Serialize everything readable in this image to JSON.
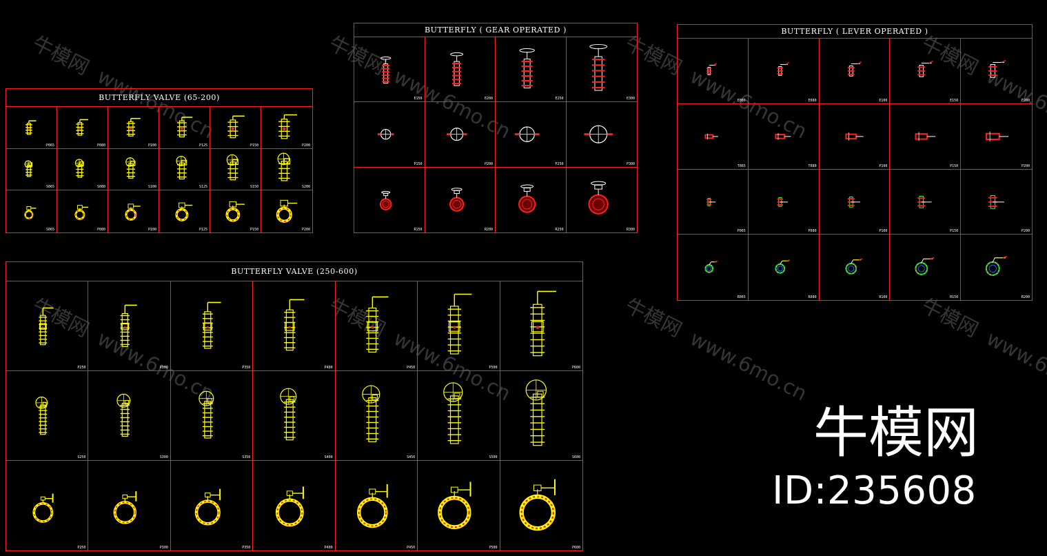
{
  "colors": {
    "frame": "#ff1f1f",
    "valve_yellow": "#ffff00",
    "valve_red": "#ff2020",
    "text": "#ffffff"
  },
  "watermark": {
    "text_cn": "牛模网",
    "text_url": "www.6mo.cn"
  },
  "brand": {
    "name": "牛模网",
    "id": "ID:235608"
  },
  "sheets": [
    {
      "key": "bv-65-200",
      "title": "BUTTERFLY VALVE (65-200)",
      "style": "yellow",
      "cols": 6,
      "rows": [
        {
          "kind": "side",
          "labels": [
            "P065",
            "P080",
            "P100",
            "P125",
            "P150",
            "P200"
          ]
        },
        {
          "kind": "handwheel",
          "labels": [
            "S065",
            "S080",
            "S100",
            "S125",
            "S150",
            "S200"
          ]
        },
        {
          "kind": "ring",
          "labels": [
            "S065",
            "P080",
            "P100",
            "P125",
            "P150",
            "P200"
          ]
        }
      ]
    },
    {
      "key": "bf-gear",
      "title": "BUTTERFLY ( GEAR OPERATED )",
      "style": "red",
      "cols": 4,
      "rows": [
        {
          "kind": "gear-side",
          "labels": [
            "E150",
            "E200",
            "E250",
            "E300"
          ]
        },
        {
          "kind": "gear-top",
          "labels": [
            "P150",
            "P200",
            "P250",
            "P300"
          ]
        },
        {
          "kind": "gear-disc",
          "labels": [
            "R150",
            "R200",
            "R250",
            "R300"
          ]
        }
      ]
    },
    {
      "key": "bf-lever",
      "title": "BUTTERFLY ( LEVER OPERATED )",
      "style": "mixed",
      "cols": 5,
      "rows": [
        {
          "kind": "lever-side",
          "labels": [
            "E065",
            "E080",
            "E100",
            "E150",
            "E200"
          ]
        },
        {
          "kind": "lever-flat",
          "labels": [
            "T065",
            "T080",
            "P100",
            "P150",
            "P200"
          ]
        },
        {
          "kind": "lever-green",
          "labels": [
            "P065",
            "P080",
            "P100",
            "P150",
            "P200"
          ]
        },
        {
          "kind": "lever-ring",
          "labels": [
            "R065",
            "R080",
            "R100",
            "R150",
            "R200"
          ]
        }
      ]
    },
    {
      "key": "bv-250-600",
      "title": "BUTTERFLY VALVE (250-600)",
      "style": "yellow",
      "cols": 7,
      "rows": [
        {
          "kind": "big-side",
          "labels": [
            "P250",
            "P300",
            "P350",
            "P400",
            "P450",
            "P500",
            "P600"
          ]
        },
        {
          "kind": "big-wheel",
          "labels": [
            "S250",
            "S300",
            "S350",
            "S400",
            "S450",
            "S500",
            "S600"
          ]
        },
        {
          "kind": "big-ring",
          "labels": [
            "P250",
            "P300",
            "P350",
            "P400",
            "P450",
            "P500",
            "P600"
          ]
        }
      ]
    }
  ]
}
